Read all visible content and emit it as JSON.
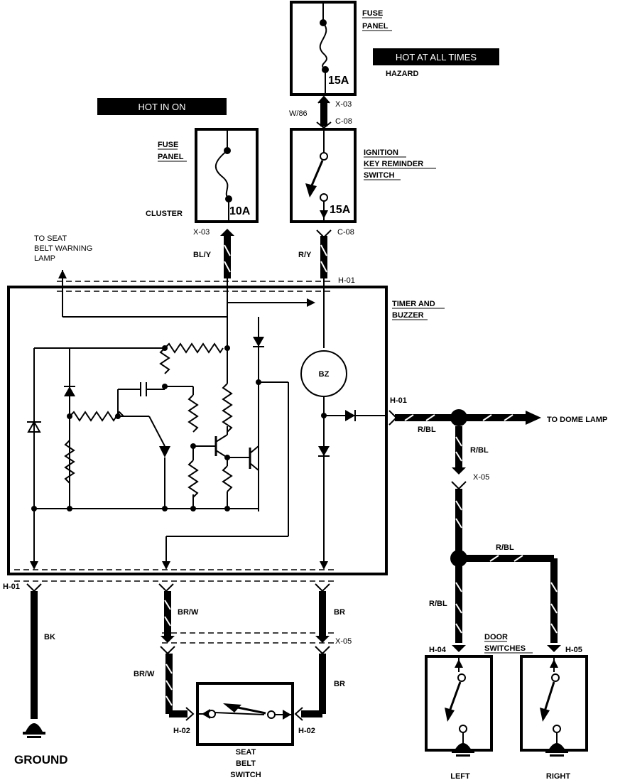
{
  "banners": {
    "hot_in_on": "HOT IN ON",
    "hot_at_all_times": "HOT AT ALL TIMES"
  },
  "fuse_top": {
    "title_line1": "FUSE",
    "title_line2": "PANEL",
    "rating": "15A",
    "circuit": "HAZARD",
    "connector": "X-03",
    "wire": "W/86",
    "connector_b": "C-08"
  },
  "fuse_left": {
    "title_line1": "FUSE",
    "title_line2": "PANEL",
    "rating": "10A",
    "circuit": "CLUSTER",
    "connector": "X-03"
  },
  "ignition_switch": {
    "line1": "IGNITION",
    "line2": "KEY REMINDER",
    "line3": "SWITCH",
    "rating": "15A",
    "connector": "C-08"
  },
  "seat_belt_warning": {
    "line1": "TO SEAT",
    "line2": "BELT WARNING",
    "line3": "LAMP"
  },
  "wires": {
    "bl_y": "BL/Y",
    "r_y": "R/Y",
    "h01_top": "H-01",
    "h01_right": "H-01",
    "h01_left": "H-01",
    "r_bl_1": "R/BL",
    "r_bl_2": "R/BL",
    "r_bl_3": "R/BL",
    "r_bl_4": "R/BL",
    "x05_right": "X-05",
    "bk": "BK",
    "br_w_1": "BR/W",
    "br_w_2": "BR/W",
    "br_1": "BR",
    "br_2": "BR",
    "x05_bottom": "X-05",
    "h02_left": "H-02",
    "h02_right": "H-02",
    "h04": "H-04",
    "h05": "H-05"
  },
  "timer": {
    "line1": "TIMER AND",
    "line2": "BUZZER",
    "buzzer": "BZ"
  },
  "dome": "TO DOME LAMP",
  "door": {
    "line1": "DOOR",
    "line2": "SWITCHES",
    "left": "LEFT",
    "right": "RIGHT"
  },
  "seat_switch": {
    "line1": "SEAT",
    "line2": "BELT",
    "line3": "SWITCH"
  },
  "ground": "GROUND"
}
